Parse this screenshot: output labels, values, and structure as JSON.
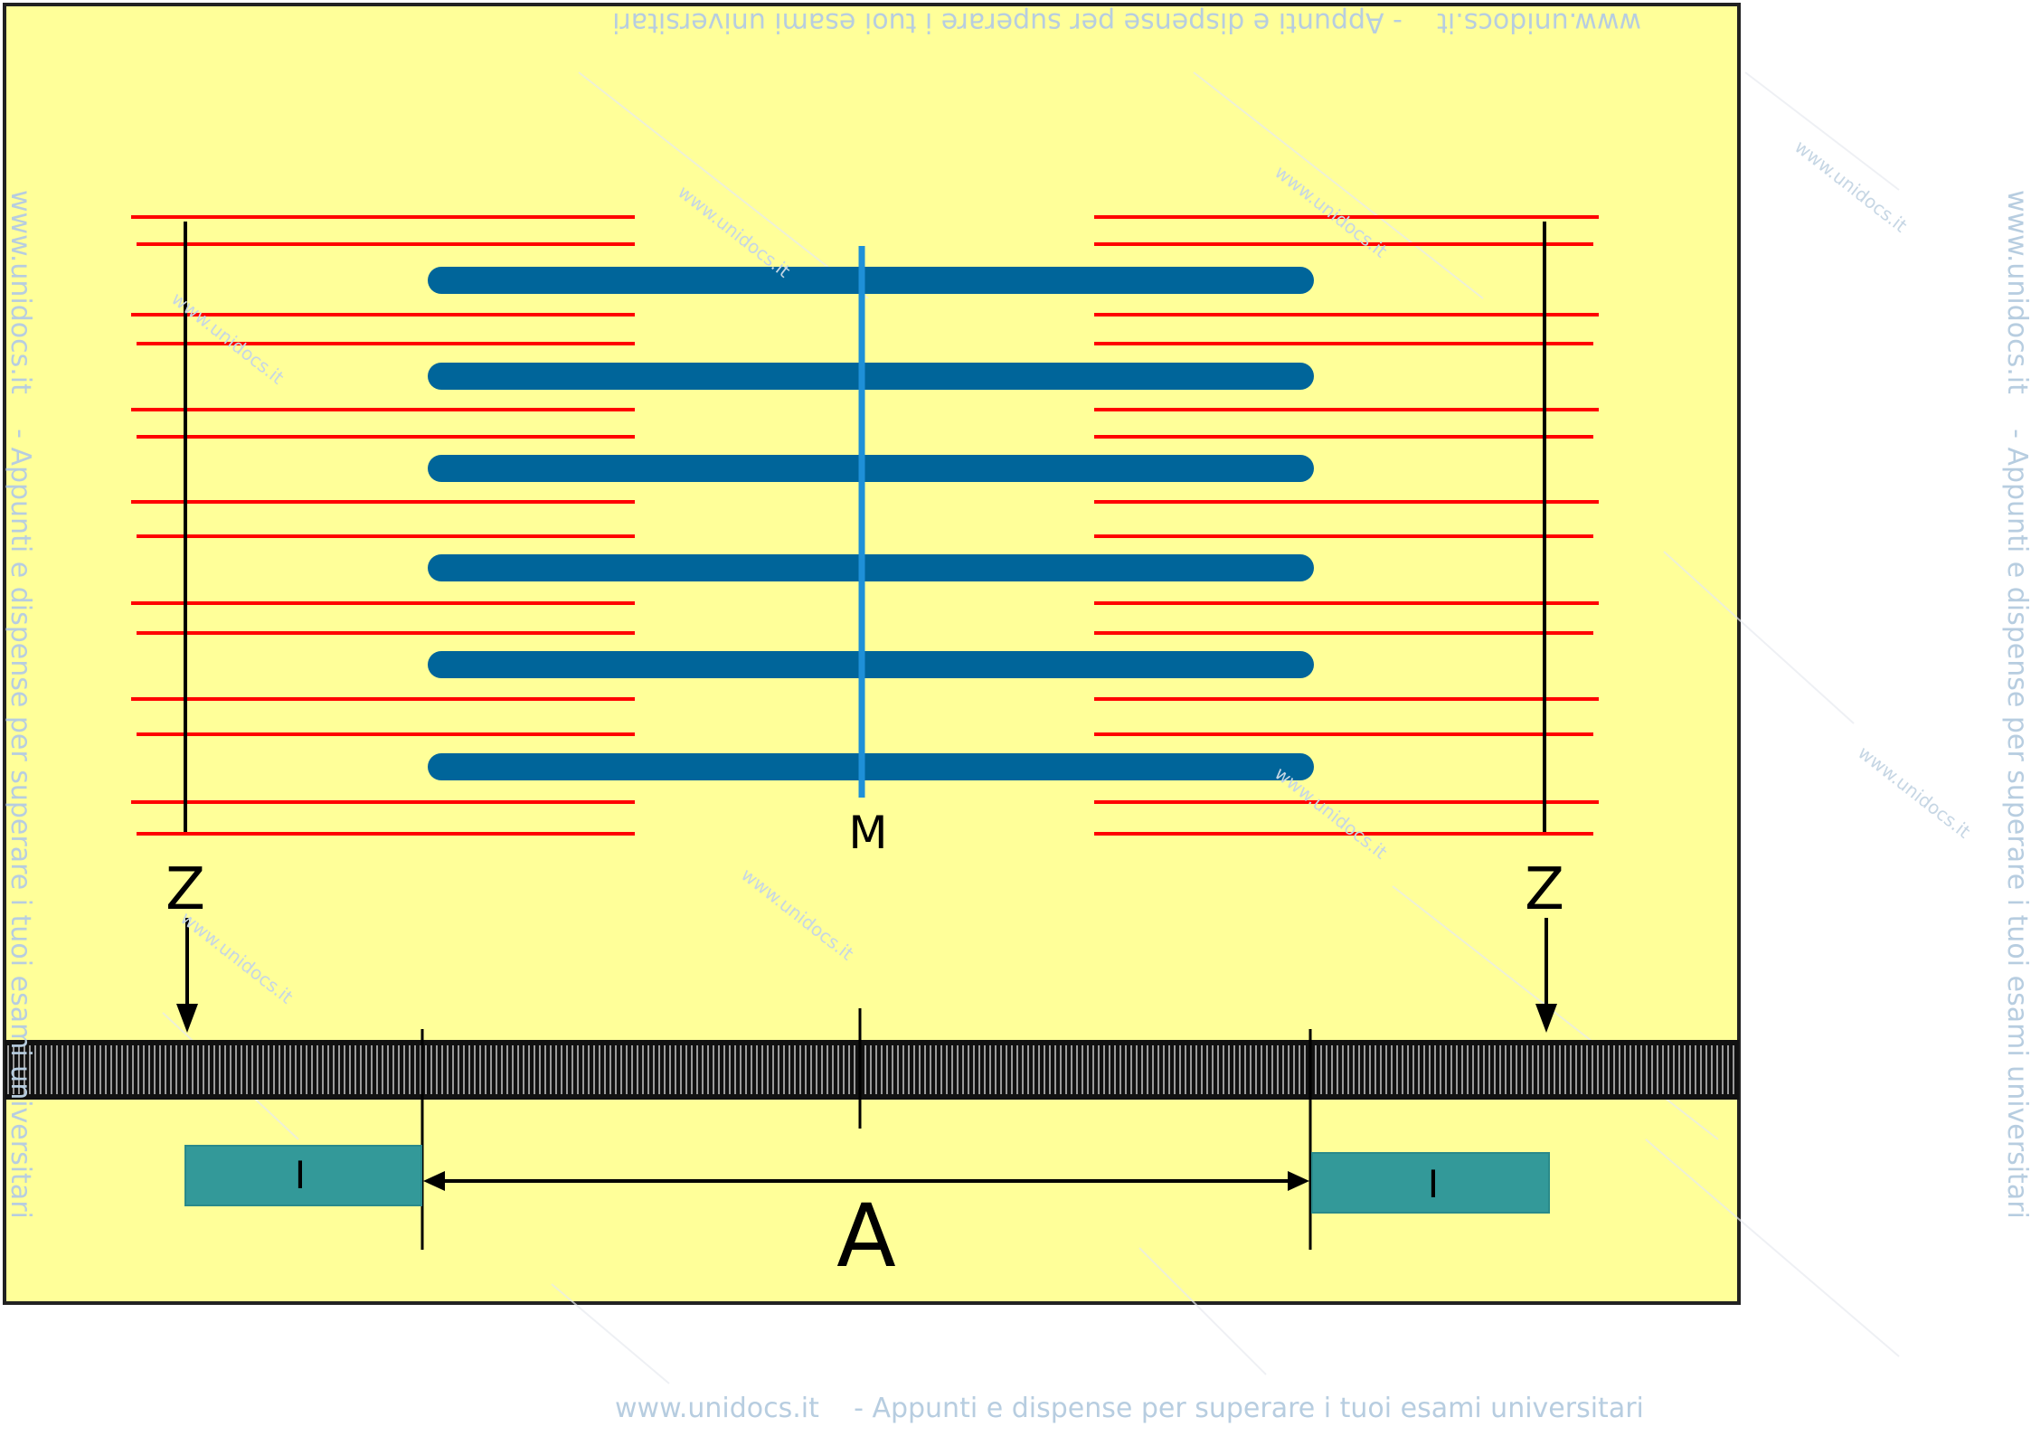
{
  "labels": {
    "m_line": "M",
    "z_left": "Z",
    "z_right": "Z",
    "i_left": "I",
    "i_right": "I",
    "a_band": "A"
  },
  "watermarks": {
    "site": "www.unidocs.it",
    "tagline": "- Appunti e dispense per superare i tuoi esami universitari"
  },
  "colors": {
    "background": "#ffff99",
    "thin_filament": "#ff0000",
    "thick_filament": "#00659a",
    "m_line": "#1e90d8",
    "z_line": "#000000",
    "i_band": "#339999",
    "ruler": "#111111",
    "watermark": "#b7cde0"
  }
}
